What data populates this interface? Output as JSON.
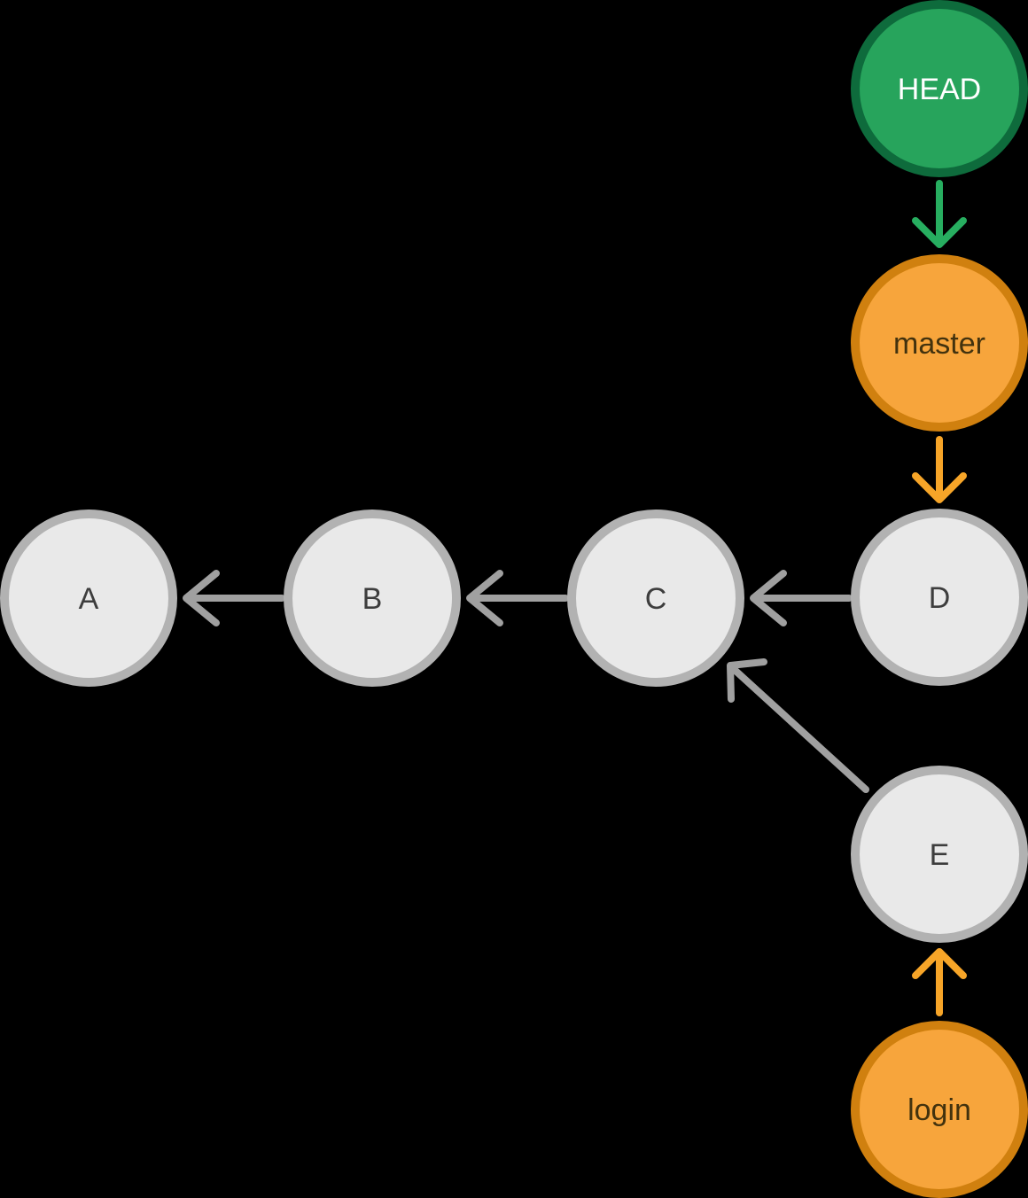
{
  "diagram": {
    "type": "git-commit-graph",
    "background": "#000000",
    "nodes": {
      "head": {
        "label": "HEAD",
        "kind": "head-pointer"
      },
      "master": {
        "label": "master",
        "kind": "branch-pointer"
      },
      "login": {
        "label": "login",
        "kind": "branch-pointer"
      },
      "a": {
        "label": "A",
        "kind": "commit"
      },
      "b": {
        "label": "B",
        "kind": "commit"
      },
      "c": {
        "label": "C",
        "kind": "commit"
      },
      "d": {
        "label": "D",
        "kind": "commit"
      },
      "e": {
        "label": "E",
        "kind": "commit"
      }
    },
    "edges": [
      {
        "from": "HEAD",
        "to": "master"
      },
      {
        "from": "master",
        "to": "D"
      },
      {
        "from": "D",
        "to": "C"
      },
      {
        "from": "C",
        "to": "B"
      },
      {
        "from": "B",
        "to": "A"
      },
      {
        "from": "E",
        "to": "C"
      },
      {
        "from": "login",
        "to": "E"
      }
    ],
    "colors": {
      "head_fill": "#27a45c",
      "head_border": "#0e6b3c",
      "head_arrow": "#27ae60",
      "head_label": "#ffffff",
      "branch_fill": "#f7a53c",
      "branch_border": "#d0800f",
      "branch_arrow": "#f7a528",
      "branch_label": "#42320e",
      "commit_fill": "#e9e9e9",
      "commit_border": "#b2b2b2",
      "commit_arrow": "#a0a0a0",
      "commit_label": "#3d3d3d"
    }
  }
}
